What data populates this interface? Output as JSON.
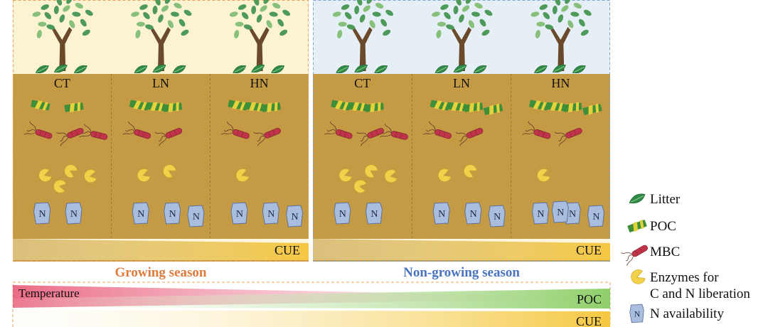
{
  "panels": [
    {
      "season_label": "Growing season",
      "season_color": "#e07b3c",
      "sky_color": "#fbf3d2",
      "cue_label": "CUE",
      "plots": [
        {
          "label": "CT",
          "poc": 2,
          "mbc": 3,
          "enzymes": 4,
          "n": 2
        },
        {
          "label": "LN",
          "poc": 3,
          "mbc": 2,
          "enzymes": 2,
          "n": 3
        },
        {
          "label": "HN",
          "poc": 3,
          "mbc": 2,
          "enzymes": 1,
          "n": 3
        }
      ]
    },
    {
      "season_label": "Non-growing season",
      "season_color": "#4a74c0",
      "sky_color": "#e6eff5",
      "cue_label": "CUE",
      "plots": [
        {
          "label": "CT",
          "poc": 3,
          "mbc": 3,
          "enzymes": 4,
          "n": 2
        },
        {
          "label": "LN",
          "poc": 4,
          "mbc": 2,
          "enzymes": 2,
          "n": 3
        },
        {
          "label": "HN",
          "poc": 4,
          "mbc": 2,
          "enzymes": 1,
          "n": 4
        }
      ]
    }
  ],
  "legend": {
    "items": [
      {
        "icon": "litter-icon",
        "label": "Litter"
      },
      {
        "icon": "poc-icon",
        "label": "POC"
      },
      {
        "icon": "mbc-icon",
        "label": "MBC"
      },
      {
        "icon": "enzyme-icon",
        "label_lines": [
          "Enzymes for",
          "C and N liberation"
        ]
      },
      {
        "icon": "n-availability-icon",
        "label": "N availability"
      }
    ]
  },
  "gradients": {
    "temperature_label": "Temperature",
    "poc_label": "POC",
    "cue_label": "CUE",
    "temperature_color": "#e85a78",
    "poc_color": "#8fcf6a",
    "cue_color": "#f5c842"
  },
  "colors": {
    "soil": "#c49a45",
    "trunk": "#6b4a2b",
    "leaf": "#4e9a5a",
    "leaf_light": "#86c07a",
    "poc_green": "#3d8f3a",
    "poc_yellow": "#e5d23a",
    "mbc_red": "#c0344a",
    "enzyme_yellow": "#f2d04a",
    "n_blue": "#a9bede",
    "n_blue_dark": "#5d729a",
    "growing_border": "#e8a05a",
    "nongrowing_border": "#7fa5cf"
  }
}
